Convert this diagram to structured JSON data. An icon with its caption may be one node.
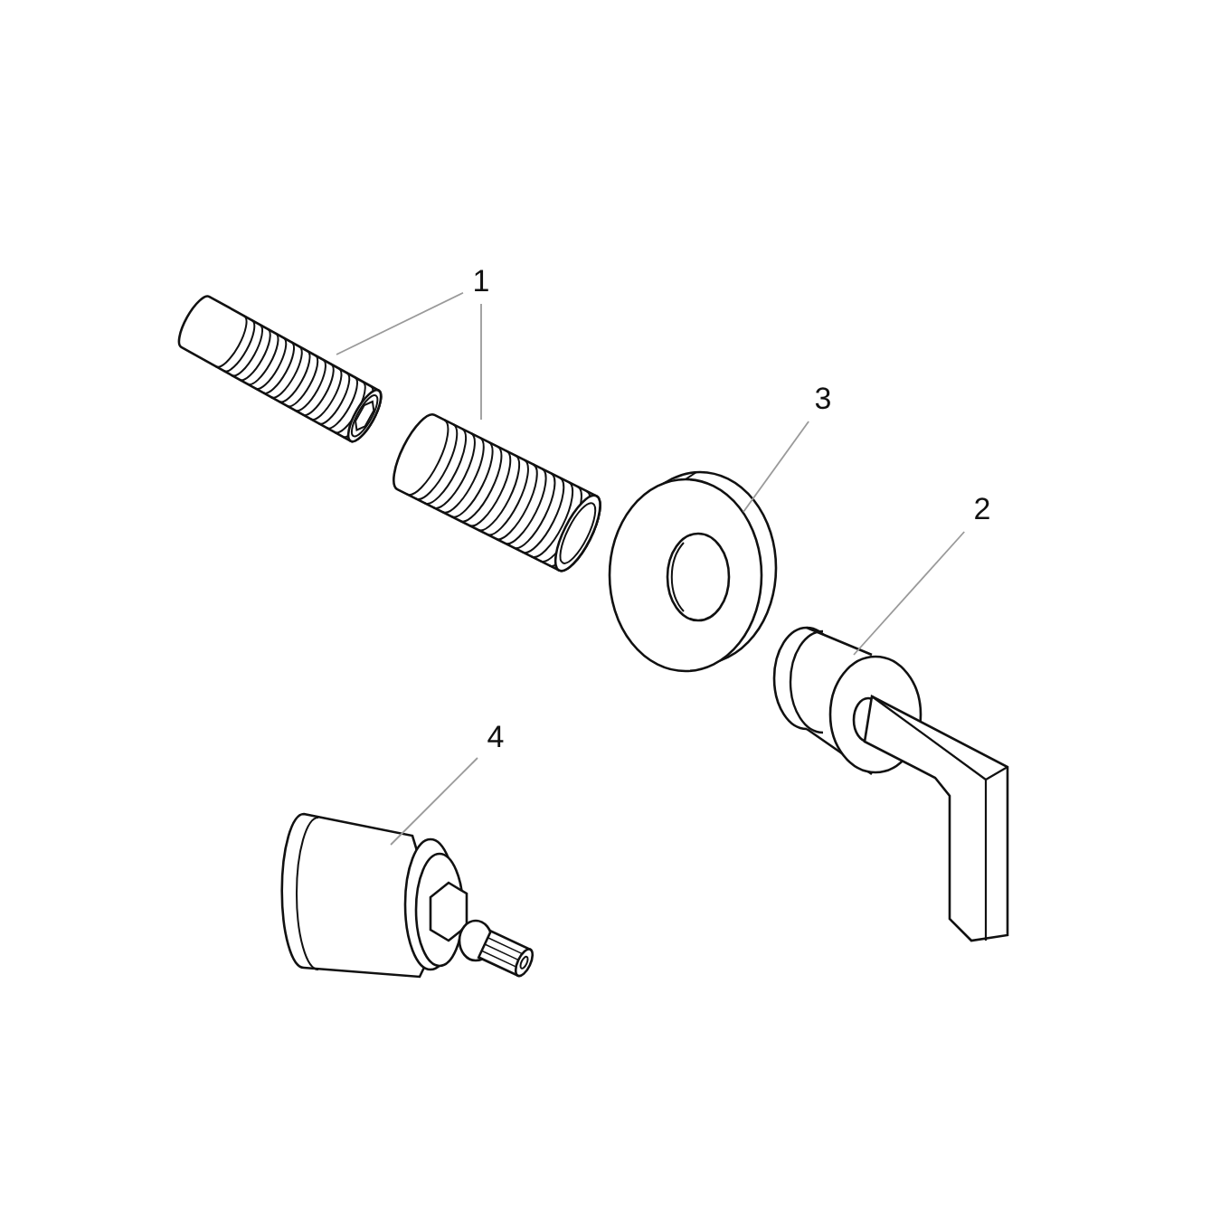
{
  "diagram": {
    "nodes": [
      {
        "text": [
          "1"
        ]
      },
      {
        "text": [],
        "shape": "picture"
      },
      {
        "text": [],
        "shape": "picture"
      },
      {
        "text": [
          "3"
        ]
      },
      {
        "text": [],
        "shape": "picture"
      },
      {
        "text": [
          "2"
        ]
      },
      {
        "text": [],
        "shape": "picture"
      },
      {
        "text": [
          "4"
        ]
      },
      {
        "text": [],
        "shape": "picture"
      }
    ],
    "edges": [
      {
        "from": 0,
        "to": 1,
        "arrow": "none"
      },
      {
        "from": 0,
        "to": 2,
        "arrow": "none"
      },
      {
        "from": 3,
        "to": 4,
        "arrow": "none"
      },
      {
        "from": 5,
        "to": 6,
        "arrow": "none"
      },
      {
        "from": 7,
        "to": 8,
        "arrow": "none"
      }
    ]
  }
}
